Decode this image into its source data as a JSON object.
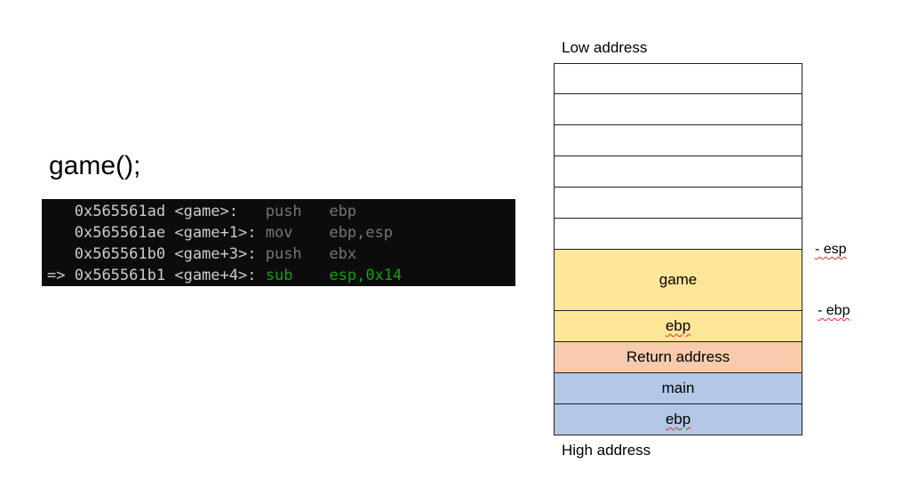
{
  "title": "game();",
  "disassembly": [
    {
      "marker": "  ",
      "address": "0x565561ad",
      "symbol": "<game>:  ",
      "op": "push",
      "args": "ebp",
      "current": false
    },
    {
      "marker": "  ",
      "address": "0x565561ae",
      "symbol": "<game+1>:",
      "op": "mov ",
      "args": "ebp,esp",
      "current": false
    },
    {
      "marker": "  ",
      "address": "0x565561b0",
      "symbol": "<game+3>:",
      "op": "push",
      "args": "ebx",
      "current": false
    },
    {
      "marker": "=>",
      "address": "0x565561b1",
      "symbol": "<game+4>:",
      "op": "sub ",
      "args": "esp,0x14",
      "current": true
    }
  ],
  "stack": {
    "low_label": "Low address",
    "high_label": "High address",
    "cells": [
      {
        "label": "",
        "color": "#ffffff"
      },
      {
        "label": "",
        "color": "#ffffff"
      },
      {
        "label": "",
        "color": "#ffffff"
      },
      {
        "label": "",
        "color": "#ffffff"
      },
      {
        "label": "",
        "color": "#ffffff"
      },
      {
        "label": "",
        "color": "#ffffff"
      },
      {
        "label": "game",
        "color": "#ffe699"
      },
      {
        "label": "ebp",
        "color": "#ffe699"
      },
      {
        "label": "Return address",
        "color": "#f8cbad"
      },
      {
        "label": "main",
        "color": "#b4c7e7"
      },
      {
        "label": "ebp",
        "color": "#b4c7e7"
      }
    ],
    "pointers": {
      "esp": "- esp",
      "ebp": "- ebp"
    }
  }
}
